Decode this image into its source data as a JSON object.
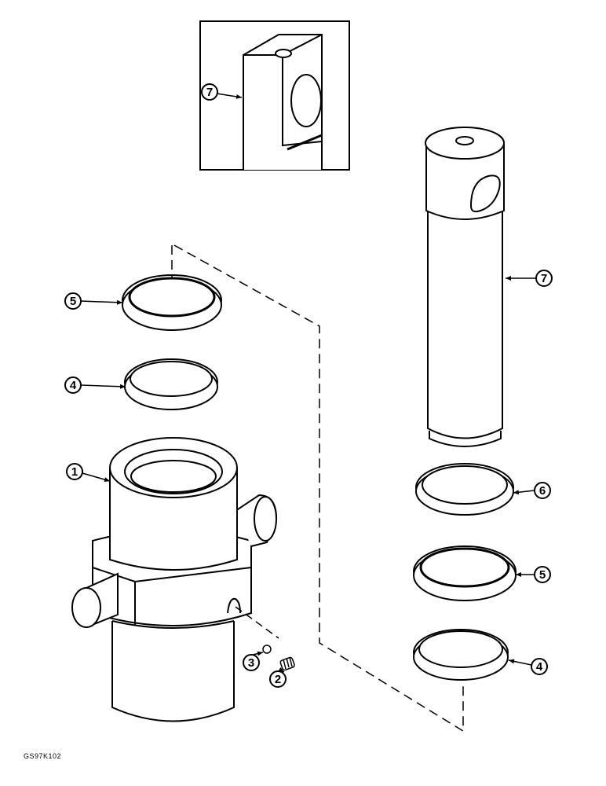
{
  "figure_code": "GS97K102",
  "callouts": {
    "inset_rod": "7",
    "rod": "7",
    "body": "1",
    "ball": "3",
    "plug": "2",
    "seal_5_left": "5",
    "ring_4_left": "4",
    "seal_6_right": "6",
    "seal_5_right": "5",
    "ring_4_right": "4"
  }
}
